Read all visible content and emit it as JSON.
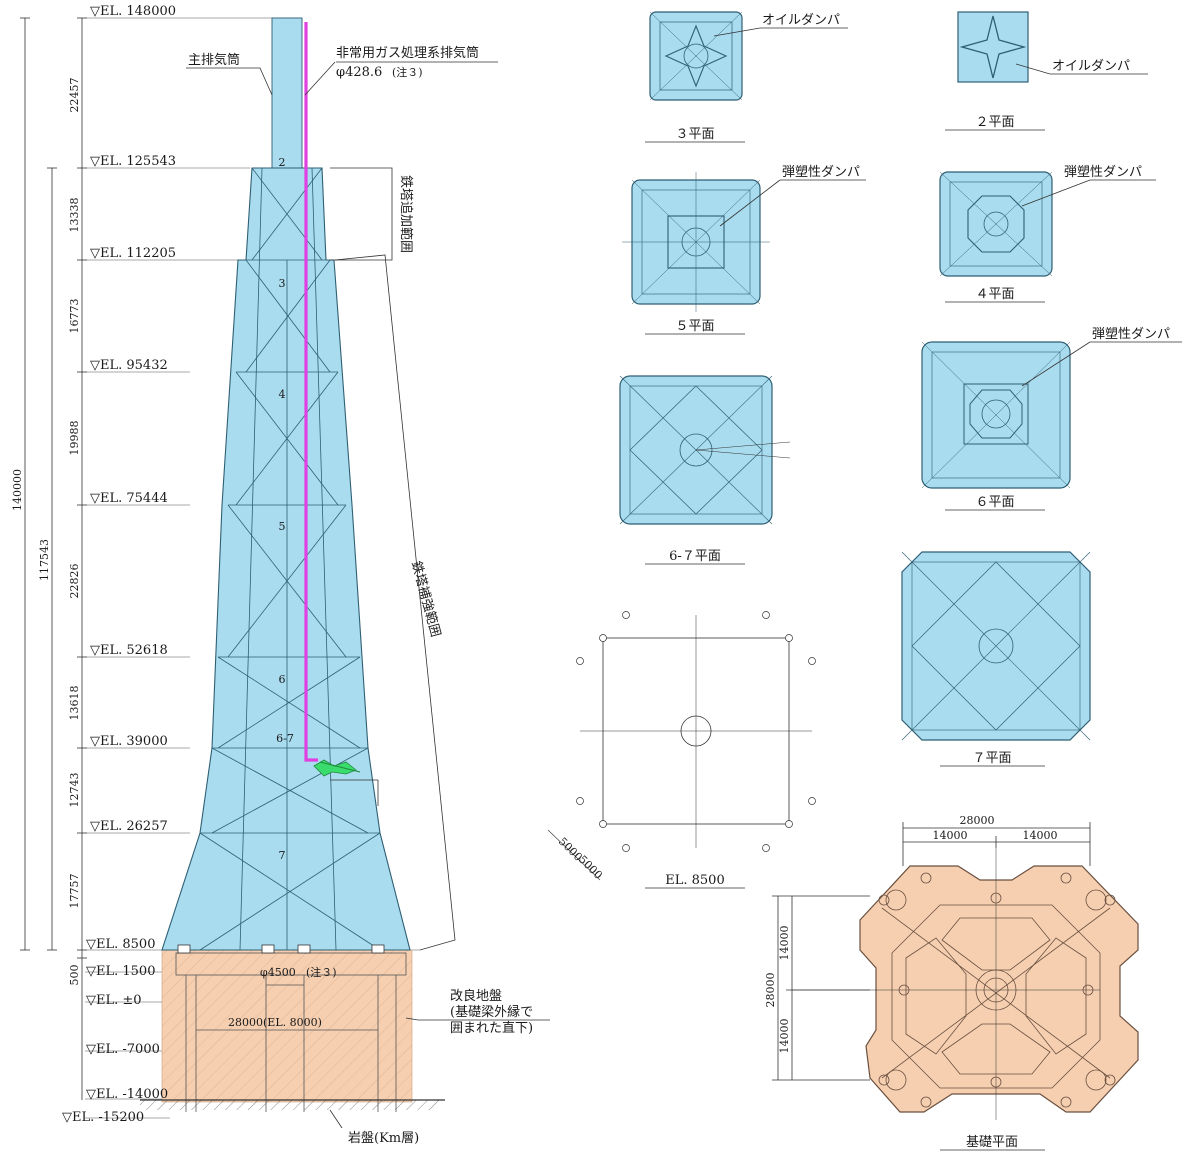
{
  "elevation": {
    "markers": [
      "▽EL. 148000",
      "▽EL. 125543",
      "▽EL. 112205",
      "▽EL. 95432",
      "▽EL. 75444",
      "▽EL. 52618",
      "▽EL. 39000",
      "▽EL. 26257",
      "▽EL. 8500",
      "▽EL. 1500",
      "▽EL. ±0",
      "▽EL. -7000",
      "▽EL. -14000",
      "▽EL. -15200"
    ],
    "dims_inner": [
      "22457",
      "13338",
      "16773",
      "19988",
      "22826",
      "13618",
      "12743",
      "17757",
      "500"
    ],
    "dim_total": "140000",
    "dim_upper": "117543",
    "level_numbers": [
      "2",
      "3",
      "4",
      "5",
      "6",
      "6-7",
      "7"
    ],
    "main_stack_label": "主排気筒",
    "emergency_stack_label": "非常用ガス処理系排気筒",
    "emergency_stack_dia": "φ428.6",
    "note3": "(注３)",
    "range_addition": "鉄塔追加範囲",
    "range_reinforce": "鉄塔補強範囲",
    "foundation_dia": "φ4500",
    "foundation_width": "28000(EL. 8000)",
    "improved_ground": [
      "改良地盤",
      "(基礎梁外縁で",
      "囲まれた直下)"
    ],
    "bedrock": "岩盤(Km層)"
  },
  "plans": {
    "p3": {
      "title": "３平面",
      "callout": "オイルダンパ"
    },
    "p2": {
      "title": "２平面",
      "callout": "オイルダンパ"
    },
    "p5": {
      "title": "５平面",
      "callout": "弾塑性ダンパ"
    },
    "p4": {
      "title": "４平面",
      "callout": "弾塑性ダンパ"
    },
    "p67": {
      "title": "6-７平面"
    },
    "p6": {
      "title": "６平面",
      "callout": "弾塑性ダンパ"
    },
    "p85": {
      "title": "EL. 8500",
      "dim_a": "5000",
      "dim_b": "5000"
    },
    "p7": {
      "title": "７平面"
    },
    "base": {
      "title": "基礎平面",
      "w_total": "28000",
      "w_left": "14000",
      "w_right": "14000",
      "h_total": "28000",
      "h_top": "14000",
      "h_bottom": "14000"
    }
  },
  "colors": {
    "steel_fill": "#a9dcef",
    "steel_line": "#2f5f73",
    "emergency_stack": "#e040e0",
    "foundation_fill": "#f6cfb0",
    "damper": "#3bdc6e"
  }
}
